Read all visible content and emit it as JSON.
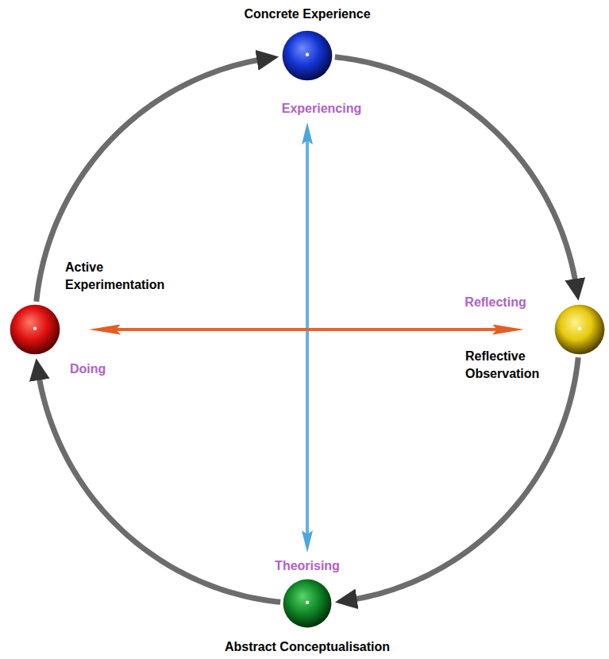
{
  "diagram": {
    "nodes": [
      {
        "text": [
          "Concrete Experience",
          "Experiencing"
        ]
      },
      {
        "text": [
          "Active Experimentation",
          "Doing"
        ]
      },
      {
        "text": [
          "Reflecting",
          "Reflective Observation"
        ]
      },
      {
        "text": [
          "Theorising",
          "Abstract Conceptualisation"
        ]
      }
    ],
    "edges": [
      {
        "from": 0,
        "to": 2,
        "arrow": "to"
      },
      {
        "from": 2,
        "to": 3,
        "arrow": "to"
      },
      {
        "from": 3,
        "to": 1,
        "arrow": "to"
      },
      {
        "from": 1,
        "to": 0,
        "arrow": "to"
      },
      {
        "from": 0,
        "to": 3,
        "arrow": "both"
      },
      {
        "from": 1,
        "to": 2,
        "arrow": "both"
      }
    ]
  }
}
